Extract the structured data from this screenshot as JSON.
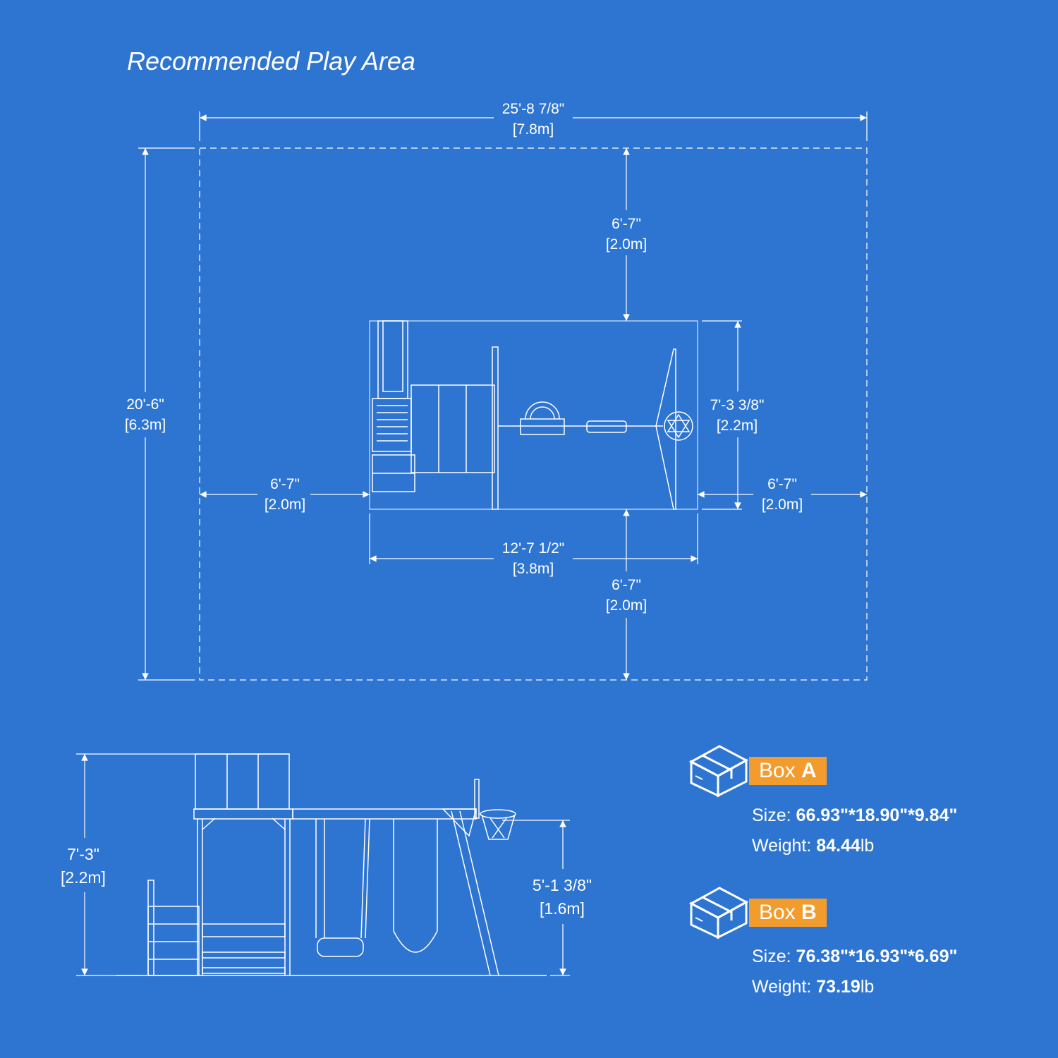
{
  "title": "Recommended Play Area",
  "top_view": {
    "overall_width": {
      "imperial": "25'-8 7/8\"",
      "metric": "[7.8m]"
    },
    "overall_depth": {
      "imperial": "20'-6\"",
      "metric": "[6.3m]"
    },
    "clearance_top": {
      "imperial": "6'-7\"",
      "metric": "[2.0m]"
    },
    "clearance_bottom": {
      "imperial": "6'-7\"",
      "metric": "[2.0m]"
    },
    "clearance_left": {
      "imperial": "6'-7\"",
      "metric": "[2.0m]"
    },
    "clearance_right": {
      "imperial": "6'-7\"",
      "metric": "[2.0m]"
    },
    "set_width": {
      "imperial": "12'-7 1/2\"",
      "metric": "[3.8m]"
    },
    "set_depth": {
      "imperial": "7'-3 3/8\"",
      "metric": "[2.2m]"
    }
  },
  "side_view": {
    "total_height": {
      "imperial": "7'-3\"",
      "metric": "[2.2m]"
    },
    "beam_height": {
      "imperial": "5'-1 3/8\"",
      "metric": "[1.6m]"
    }
  },
  "boxes": [
    {
      "label": "Box",
      "letter": "A",
      "size_label": "Size:",
      "size": "66.93\"*18.90\"*9.84\"",
      "weight_label": "Weight:",
      "weight": "84.44",
      "weight_unit": "lb"
    },
    {
      "label": "Box",
      "letter": "B",
      "size_label": "Size:",
      "size": "76.38\"*16.93\"*6.69\"",
      "weight_label": "Weight:",
      "weight": "73.19",
      "weight_unit": "lb"
    }
  ],
  "colors": {
    "background": "#2e75d2",
    "line": "#ffffff",
    "badge": "#f39c2e"
  }
}
